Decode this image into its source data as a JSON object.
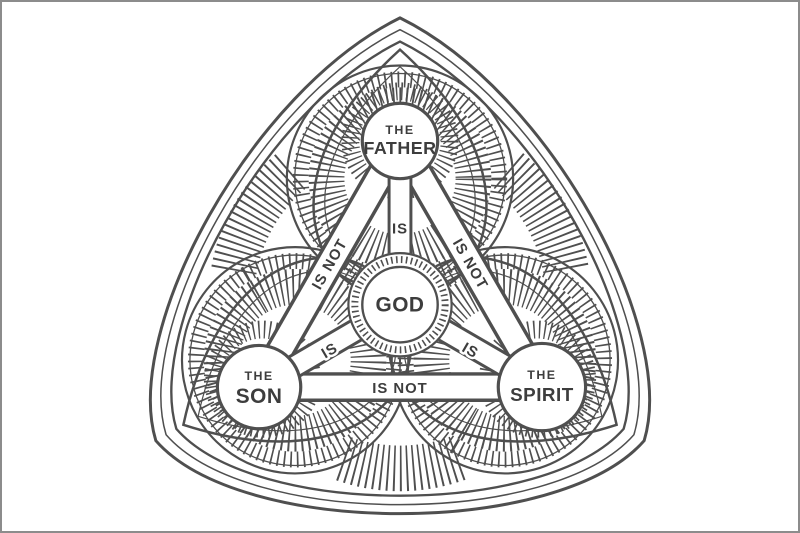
{
  "diagram": {
    "colors": {
      "line": "#4f4f4f",
      "text": "#3d3d3d",
      "background": "#ffffff",
      "frame": "#8c8c8c"
    },
    "center_node": {
      "label": "GOD"
    },
    "nodes": {
      "father": {
        "line1": "THE",
        "line2": "FATHER"
      },
      "son": {
        "line1": "THE",
        "line2": "SON"
      },
      "spirit": {
        "line1": "THE",
        "line2": "SPIRIT"
      }
    },
    "links": {
      "father_god": "IS",
      "son_god": "IS",
      "spirit_god": "IS",
      "father_son": "IS NOT",
      "father_spirit": "IS NOT",
      "son_spirit": "IS NOT"
    }
  }
}
